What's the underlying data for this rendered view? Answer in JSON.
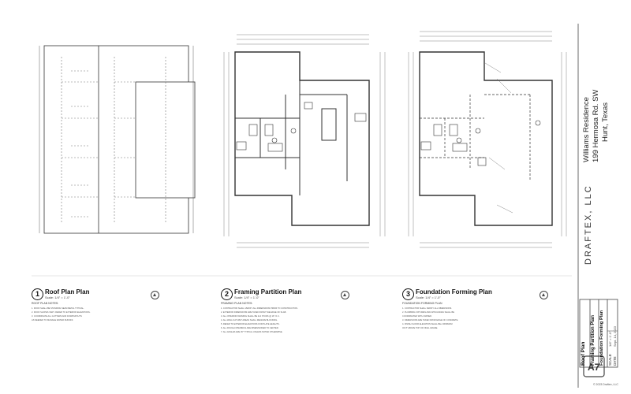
{
  "project": {
    "name": "Williams Residence",
    "address_line1": "199 Hermosa Rd. SW",
    "address_line2": "Hunt, Texas"
  },
  "company": {
    "name": "DRAFTEX, LLC",
    "copyright": "© 2023 Draftex, LLC"
  },
  "sheet": {
    "number": "A7",
    "titles": [
      "Roof Plan",
      "Framing Partition Plan",
      "Foundation Forming Plan"
    ],
    "scale_label": "SCALE",
    "scale_value": "1/4\" = 1'-0\"",
    "date_label": "DATE",
    "date_value": "Sept. 14, 2023"
  },
  "plans": [
    {
      "number": "1",
      "title": "Roof Plan Plan",
      "scale": "Scale: 1/4\" = 1'-0\"",
      "notes_title": "ROOF PLAN NOTES:",
      "notes": [
        "1.  ROOF SHALL BE STANDING SEAM METAL TYPICAL.",
        "2.  ROOF SLOPES VARY.  REFER TO EXTERIOR ELEVATIONS.",
        "3.  COORDINATE ALL GUTTERS AND DOWNSPOUTS",
        "    AS NEEDED TO MANAGE WATER RUNOFF."
      ]
    },
    {
      "number": "2",
      "title": "Framing Partition Plan",
      "scale": "Scale: 1/4\" = 1'-0\"",
      "notes_title": "FRAMING PLAN NOTES:",
      "notes": [
        "1.  CONTRACTOR SHALL VERIFY ALL DIMENSIONS PRIOR TO CONSTRUCTION.",
        "2.  EXTERIOR DIMENSIONS ARE TAKEN FROM THE EDGE OF SLAB.",
        "3.  ALL INTERIOR FRAMING SHALL BE 2x4 STUDS @ 16\" O.C.",
        "4.  ALL WALLS AT WET AREAS SHALL RECEIVE BLOCKING.",
        "5.  REFER TO EXTERIOR ELEVATIONS FOR PLATE HEIGHTS.",
        "6.  ALL ROUGH OPENINGS ARE DIMENSIONED TO CENTER.",
        "7.  ALL ANGLES ARE 45° TYPICAL UNLESS NOTED OTHERWISE."
      ]
    },
    {
      "number": "3",
      "title": "Foundation Forming Plan",
      "scale": "Scale: 1/4\" = 1'-0\"",
      "notes_title": "FOUNDATION FORMING PLAN",
      "notes": [
        "1.  CONTRACTOR SHALL VERIFY ALL DIMENSIONS.",
        "2.  PLUMBING FIXTURES AND APPLIANCES SHALL BE",
        "    COORDINATED WITH OWNER.",
        "3.  DIMENSIONS ARE TAKEN FROM EDGE OF CONCRETE.",
        "4.  FINISH FLOOR ELEVATION SHALL BE A MINIMUM",
        "    OF 8\" ABOVE TOP OF FINAL GRADE."
      ]
    }
  ],
  "colors": {
    "line": "#333333",
    "light": "#888888",
    "paper": "#ffffff"
  }
}
